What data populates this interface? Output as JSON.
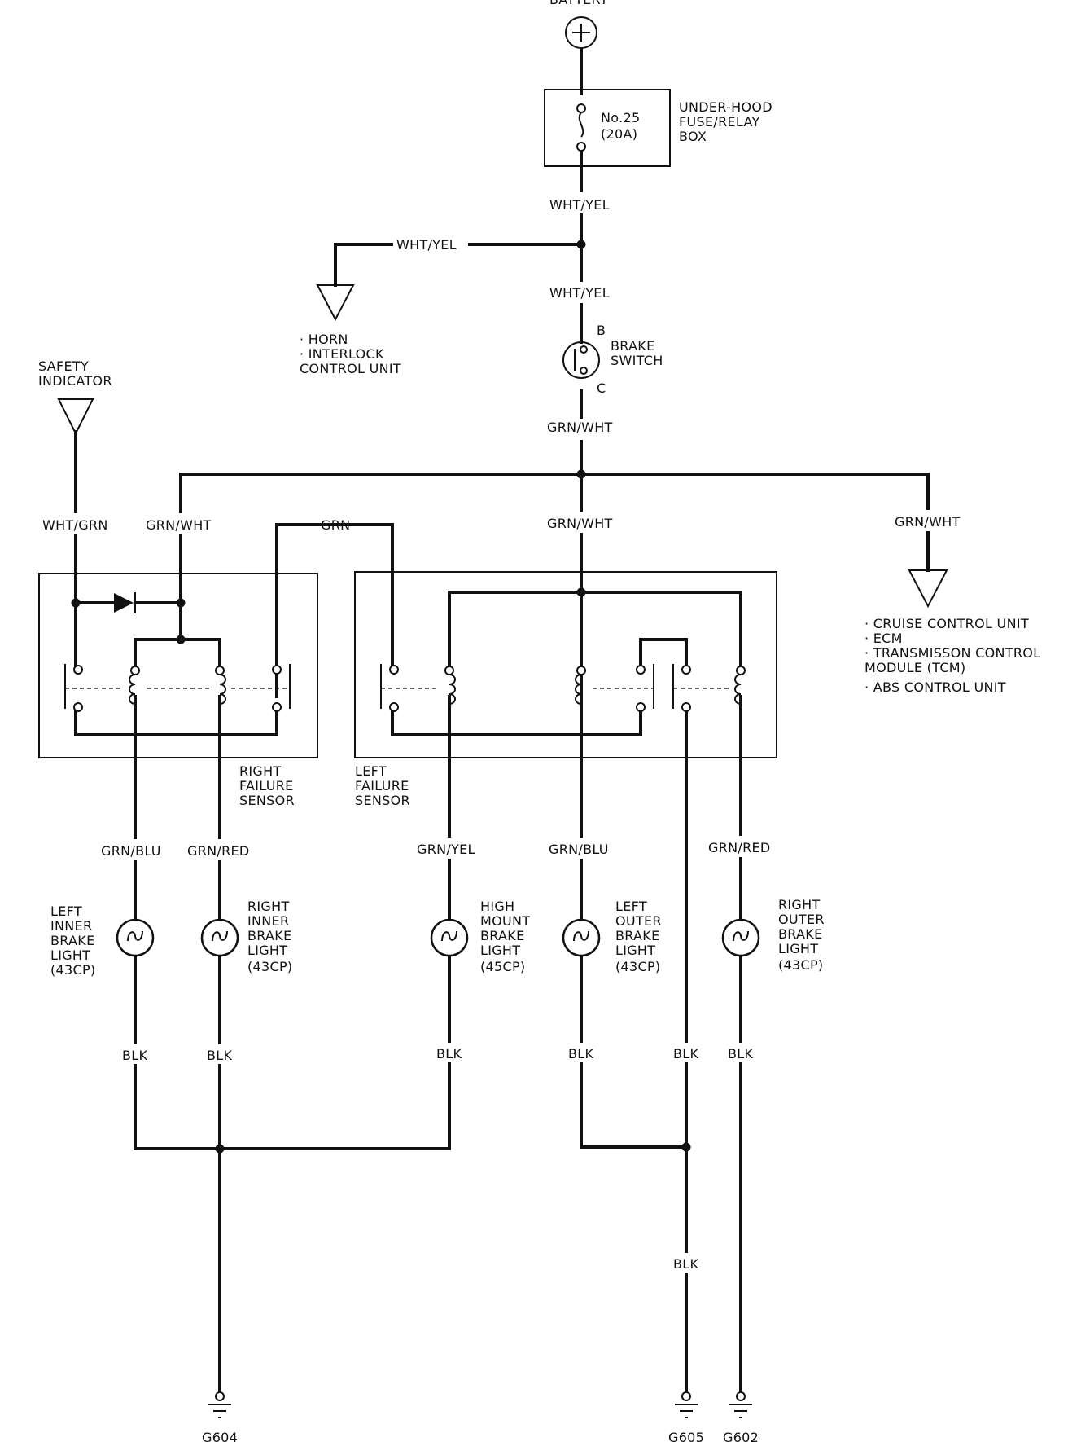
{
  "battery": {
    "label": "BATTERY"
  },
  "fuse_box": {
    "fuse": "No.25",
    "rating": "(20A)",
    "name_lines": [
      "UNDER-HOOD",
      "FUSE/RELAY",
      "BOX"
    ]
  },
  "wires": {
    "wht_yel_1": "WHT/YEL",
    "wht_yel_branch": "WHT/YEL",
    "wht_yel_2": "WHT/YEL",
    "grn_wht_main": "GRN/WHT",
    "wht_grn": "WHT/GRN",
    "grn_wht_left": "GRN/WHT",
    "grn": "GRN",
    "grn_wht_center": "GRN/WHT",
    "grn_wht_right": "GRN/WHT",
    "grn_blu_1": "GRN/BLU",
    "grn_red_1": "GRN/RED",
    "grn_yel": "GRN/YEL",
    "grn_blu_2": "GRN/BLU",
    "grn_red_2": "GRN/RED",
    "blk_1": "BLK",
    "blk_2": "BLK",
    "blk_3": "BLK",
    "blk_4": "BLK",
    "blk_5": "BLK",
    "blk_6": "BLK",
    "blk_7": "BLK"
  },
  "horn_group": {
    "lines": [
      "· HORN",
      "· INTERLOCK",
      "  CONTROL UNIT"
    ]
  },
  "brake_switch": {
    "pin_b": "B",
    "pin_c": "C",
    "name_lines": [
      "BRAKE",
      "SWITCH"
    ]
  },
  "safety_indicator": {
    "lines": [
      "SAFETY",
      "INDICATOR"
    ]
  },
  "cruise_group": {
    "lines": [
      "· CRUISE CONTROL UNIT",
      "· ECM",
      "· TRANSMISSON CONTROL",
      "  MODULE (TCM)",
      "· ABS CONTROL UNIT"
    ]
  },
  "right_failure_sensor": {
    "lines": [
      "RIGHT",
      "FAILURE",
      "SENSOR"
    ]
  },
  "left_failure_sensor": {
    "lines": [
      "LEFT",
      "FAILURE",
      "SENSOR"
    ]
  },
  "lamps": {
    "left_inner": [
      "LEFT",
      "INNER",
      "BRAKE",
      "LIGHT",
      "(43CP)"
    ],
    "right_inner": [
      "RIGHT",
      "INNER",
      "BRAKE",
      "LIGHT",
      "(43CP)"
    ],
    "high_mount": [
      "HIGH",
      "MOUNT",
      "BRAKE",
      "LIGHT",
      "(45CP)"
    ],
    "left_outer": [
      "LEFT",
      "OUTER",
      "BRAKE",
      "LIGHT",
      "(43CP)"
    ],
    "right_outer": [
      "RIGHT",
      "OUTER",
      "BRAKE",
      "LIGHT",
      "(43CP)"
    ]
  },
  "grounds": {
    "g604": "G604",
    "g605": "G605",
    "g602": "G602"
  }
}
